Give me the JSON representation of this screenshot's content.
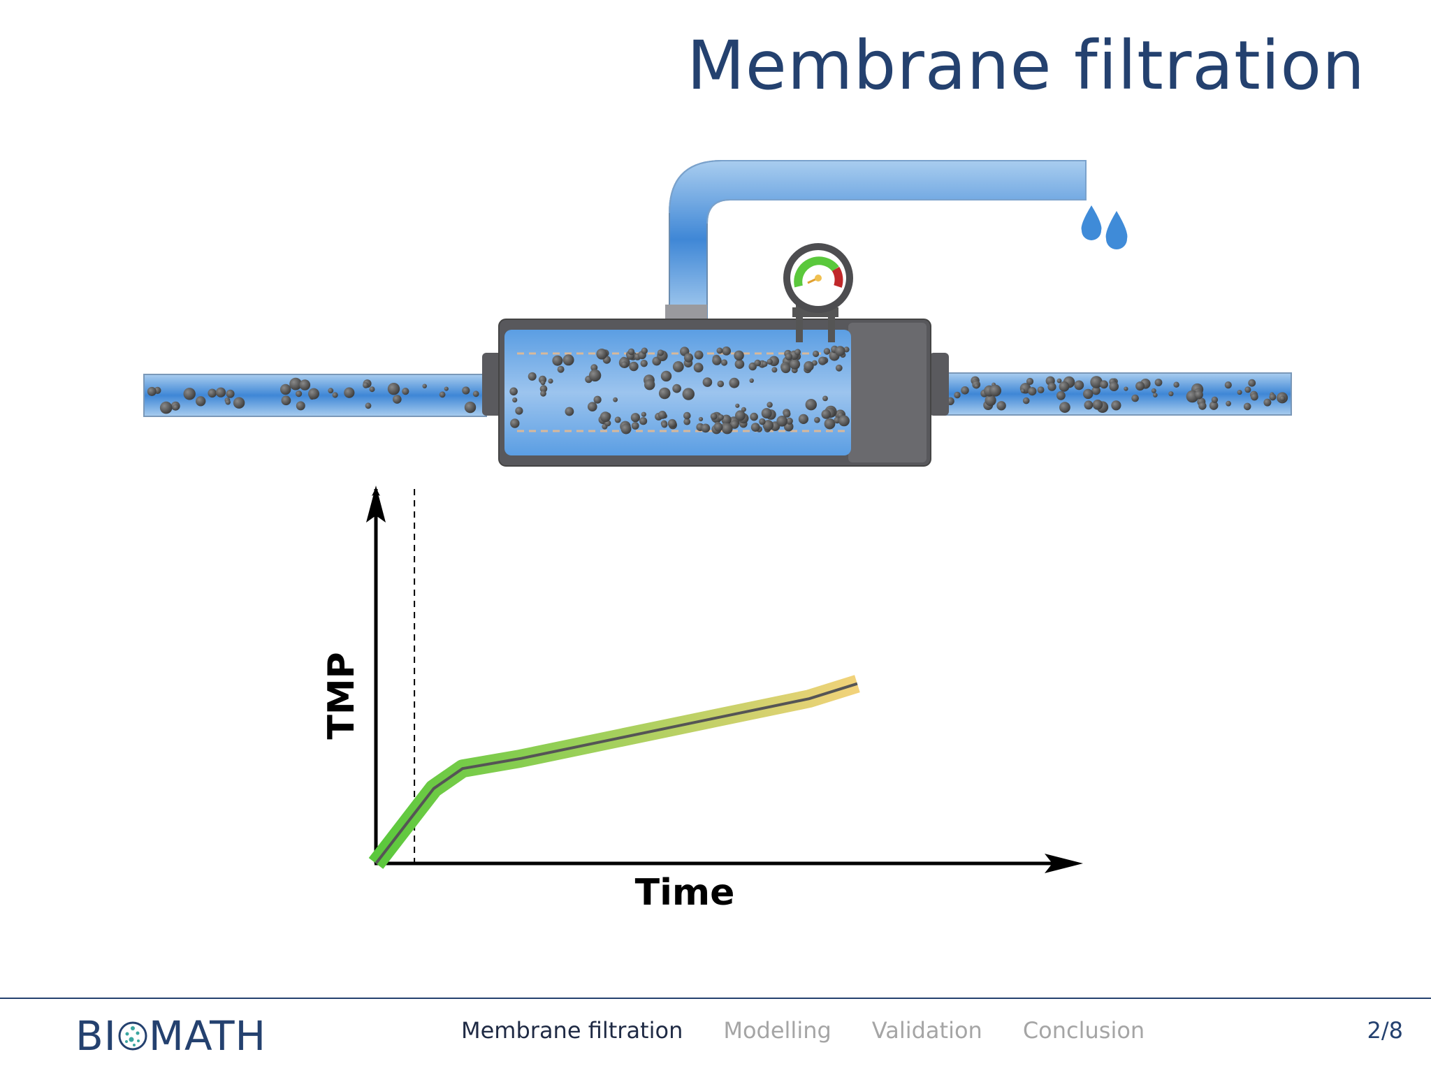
{
  "title": "Membrane filtration",
  "diagram": {
    "icons": [
      "membrane-module",
      "permeate-pipe",
      "pressure-gauge",
      "water-drops",
      "feed-pipe",
      "retentate-pipe"
    ],
    "colors": {
      "water": "#4a90d9",
      "module": "#555558",
      "particle": "#505050",
      "curve_start": "#5ac83c",
      "curve_end": "#f0d070",
      "gauge_green": "#5ac83c",
      "gauge_red": "#c0282a"
    }
  },
  "chart_data": {
    "type": "line",
    "xlabel": "Time",
    "ylabel": "TMP",
    "note": "",
    "series": [
      {
        "name": "",
        "x": [
          0,
          0.08,
          0.12,
          0.18,
          0.3,
          0.5,
          0.7,
          0.9,
          1.0
        ],
        "values": [
          0,
          0.2,
          0.3,
          0.38,
          0.42,
          0.5,
          0.58,
          0.66,
          0.72
        ]
      }
    ],
    "xlim": [
      0,
      1.44
    ],
    "ylim": [
      0,
      1.5
    ],
    "vline_x": 0.08,
    "grid": false,
    "legend": "none"
  },
  "footer": {
    "logo_text_left": "BI",
    "logo_text_right": "MATH",
    "nav": [
      {
        "label": "Membrane filtration",
        "active": true
      },
      {
        "label": "Modelling",
        "active": false
      },
      {
        "label": "Validation",
        "active": false
      },
      {
        "label": "Conclusion",
        "active": false
      }
    ],
    "page": "2/8"
  }
}
